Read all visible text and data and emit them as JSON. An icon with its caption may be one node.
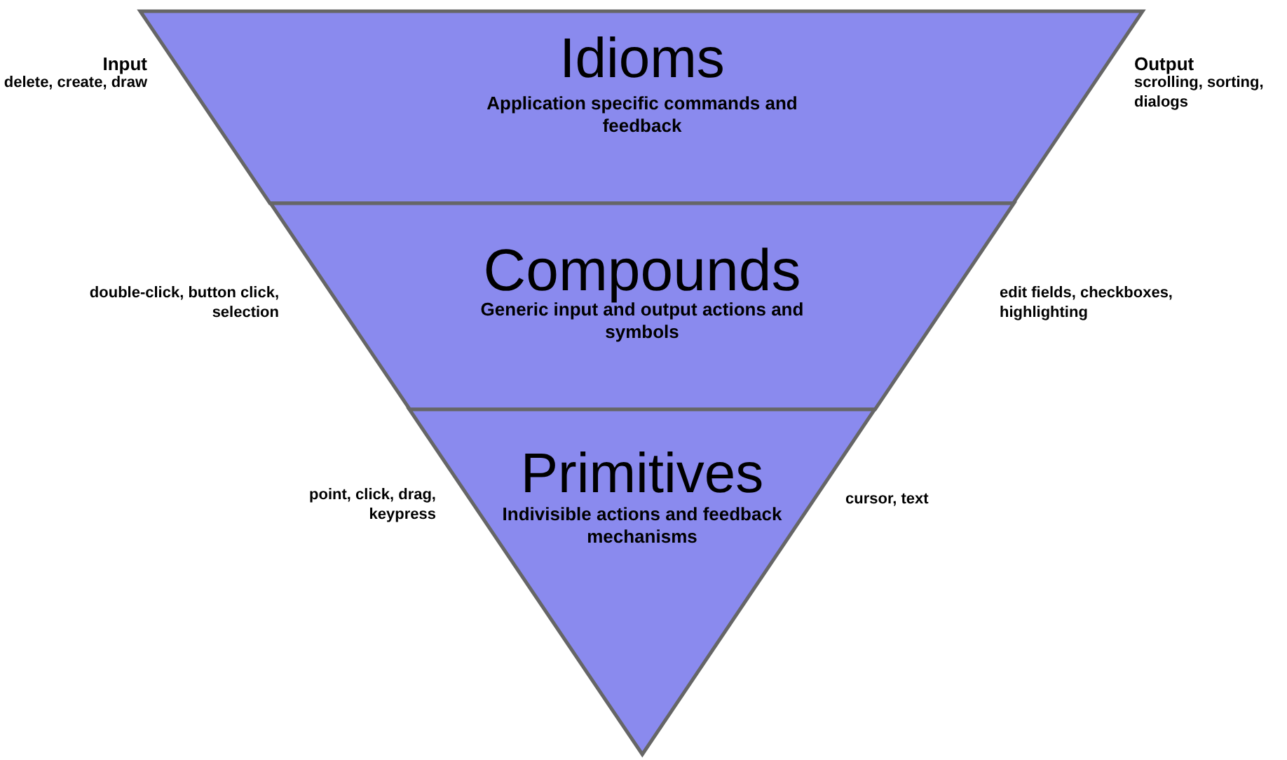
{
  "diagram": {
    "nodes": [
      {
        "text": [
          "Idioms",
          "Application specific commands and feedback"
        ],
        "beside": [
          "Input",
          "delete, create, draw",
          "Output",
          "scrolling, sorting, dialogs"
        ]
      },
      {
        "text": [
          "Compounds",
          "Generic input and output actions and symbols"
        ],
        "beside": [
          "double-click, button click, selection",
          "edit fields, checkboxes, highlighting"
        ]
      },
      {
        "text": [
          "Primitives",
          "Indivisible actions and feedback mechanisms"
        ],
        "beside": [
          "point, click, drag, keypress",
          "cursor, text"
        ]
      }
    ],
    "edges": []
  }
}
